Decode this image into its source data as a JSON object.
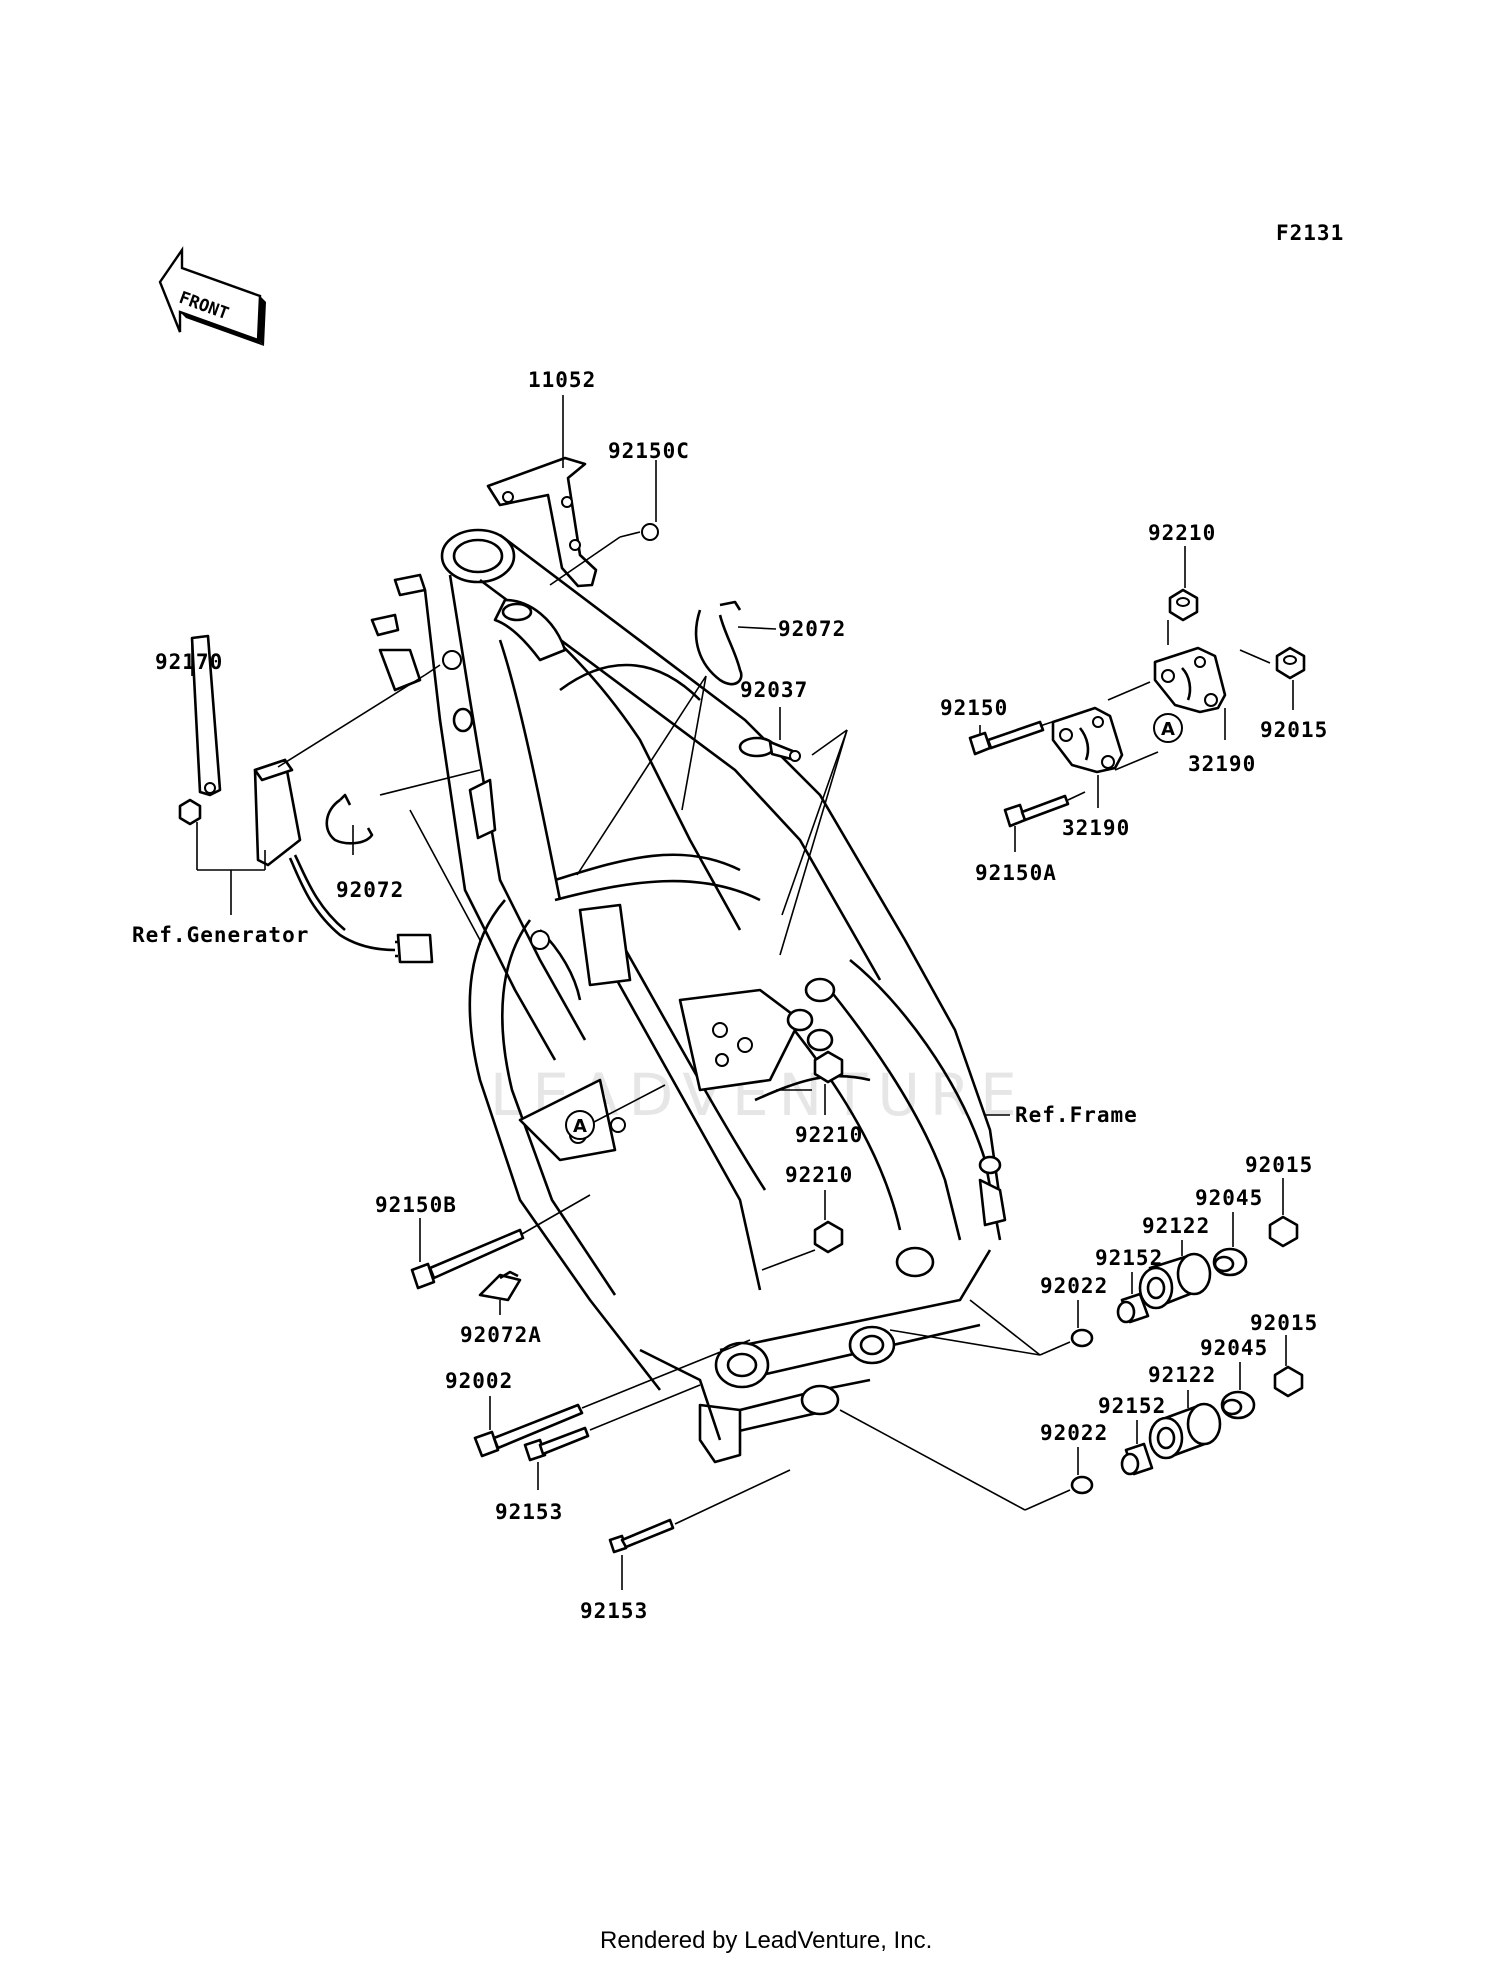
{
  "figure_code": "F2131",
  "front_arrow_label": "FRONT",
  "footer": "Rendered by LeadVenture, Inc.",
  "watermark": "LEADVENTURE",
  "callout_letter": "A",
  "parts": {
    "p11052": "11052",
    "p92150C": "92150C",
    "p92072_top": "92072",
    "p92037": "92037",
    "p92170": "92170",
    "p92072_left": "92072",
    "p92210_top": "92210",
    "p92150": "92150",
    "p92015_top": "92015",
    "p32190_right": "32190",
    "p32190_left": "32190",
    "p92150A": "92150A",
    "p92210_mid": "92210",
    "p92210_mid2": "92210",
    "p92150B": "92150B",
    "p92072A": "92072A",
    "p92002": "92002",
    "p92153_a": "92153",
    "p92153_b": "92153",
    "p92015_a": "92015",
    "p92045_a": "92045",
    "p92122_a": "92122",
    "p92152_a": "92152",
    "p92022_a": "92022",
    "p92015_b": "92015",
    "p92045_b": "92045",
    "p92122_b": "92122",
    "p92152_b": "92152",
    "p92022_b": "92022"
  },
  "references": {
    "generator": "Ref.Generator",
    "frame": "Ref.Frame"
  }
}
